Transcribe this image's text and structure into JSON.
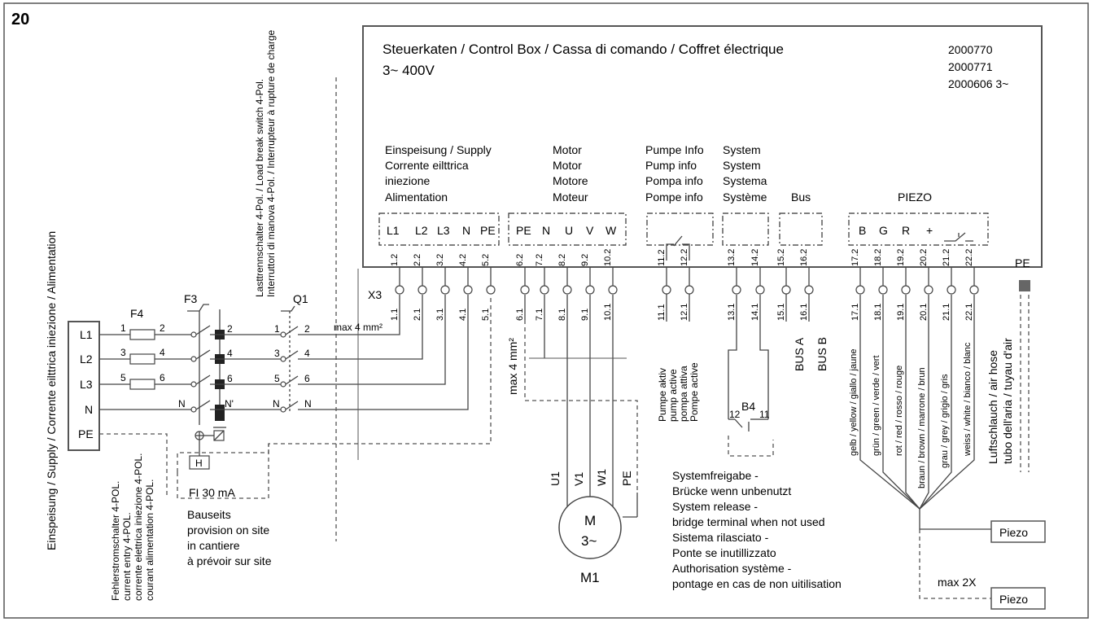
{
  "figure_number": "20",
  "control_box": {
    "title": "Steuerkaten / Control Box  / Cassa di comando / Coffret électrique",
    "voltage": "3~ 400V",
    "codes": [
      "2000770",
      "2000771",
      "2000606 3~"
    ]
  },
  "groups": {
    "supply": [
      "Einspeisung / Supply",
      "Corrente eilttrica",
      "iniezione",
      "Alimentation"
    ],
    "motor": [
      "Motor",
      "Motor",
      "Motore",
      "Moteur"
    ],
    "pump": [
      "Pumpe Info",
      "Pump info",
      "Pompa info",
      "Pompe info"
    ],
    "system": [
      "System",
      "System",
      "Systema",
      "Système"
    ],
    "bus": "Bus",
    "piezo": "PIEZO"
  },
  "terminal_labels": {
    "supply": [
      "L1",
      "L2",
      "L3",
      "N",
      "PE"
    ],
    "motor": [
      "PE",
      "N",
      "U",
      "V",
      "W"
    ],
    "piezo": [
      "B",
      "G",
      "R",
      "+"
    ]
  },
  "inner_terminals": [
    "1.2",
    "2.2",
    "3.2",
    "4.2",
    "5.2",
    "6.2",
    "7.2",
    "8.2",
    "9.2",
    "10.2",
    "11.2",
    "12.2",
    "13.2",
    "14.2",
    "15.2",
    "16.2",
    "17.2",
    "18.2",
    "19.2",
    "20.2",
    "21.2",
    "22.2"
  ],
  "outer_terminals": [
    "1.1",
    "2.1",
    "3.1",
    "4.1",
    "5.1",
    "6.1",
    "7.1",
    "8.1",
    "9.1",
    "10.1",
    "11.1",
    "12.1",
    "13.1",
    "14.1",
    "15.1",
    "16.1",
    "17.1",
    "18.1",
    "19.1",
    "20.1",
    "21.1",
    "22.1"
  ],
  "terminal_block": "X3",
  "pe_box_label": "PE",
  "supply_side": {
    "vertical_label": "Einspeisung / Supply / Corrente eilttrica iniezione / Alimentation",
    "lines": [
      "L1",
      "L2",
      "L3",
      "N",
      "PE"
    ],
    "fuse_label": "F4",
    "fuse_numbers": [
      "1",
      "2",
      "3",
      "4",
      "5",
      "6"
    ],
    "rcd_label": "F3",
    "rcd_rating": "FI 30 mA",
    "rcd_out": [
      "2",
      "4",
      "6",
      "N'"
    ],
    "rcd_in_n": "N",
    "rcd_note": [
      "Fehlerstromschalter 4-POL.",
      "current entry 4-POL.",
      "corrente elettrica iniezione 4-POL.",
      "courant alimentation 4-POL."
    ],
    "switch_label": "Q1",
    "switch_in": [
      "1",
      "3",
      "5",
      "N"
    ],
    "switch_out": [
      "2",
      "4",
      "6",
      "N"
    ],
    "switch_note": [
      "Lasttrennschalter 4-Pol. / Load break switch 4-Pol.",
      "Interruttori di manova 4-Pol. / Interrupteur à rupture de charge"
    ],
    "cable_note": "max 4 mm²",
    "on_site": [
      "Bauseits",
      "provision on site",
      "in cantiere",
      "à prévoir sur site"
    ]
  },
  "motor_side": {
    "cable_note": "max 4 mm²",
    "leads": [
      "U1",
      "V1",
      "W1",
      "PE"
    ],
    "symbol": [
      "M",
      "3~"
    ],
    "name": "M1"
  },
  "pump_side": {
    "labels": [
      "Pumpe aktiv",
      "pump active",
      "pompa attiva",
      "Pompe active"
    ]
  },
  "system_side": {
    "name": "B4",
    "contacts": [
      "12",
      "11"
    ],
    "notes": [
      "Systemfreigabe -",
      "Brücke wenn unbenutzt",
      "System release -",
      "bridge terminal when not used",
      "Sistema rilasciato -",
      "Ponte se inutillizzato",
      "Authorisation système -",
      "pontage en cas de non uitilisation"
    ]
  },
  "bus_side": {
    "labels": [
      "BUS A",
      "BUS B"
    ]
  },
  "piezo_side": {
    "wires": [
      "gelb / yellow / giallo / jaune",
      "grün / green / verde / vert",
      "rot / red / rosso / rouge",
      "braun / brown / marrone / brun",
      "grau / grey / grigio / gris",
      "weiss / white / bianco / blanc"
    ],
    "air_hose": [
      "Luftschlauch / air hose",
      "tubo dell'aria / tuyau d'air"
    ],
    "device": "Piezo",
    "device2": "Piezo",
    "max_note": "max 2X"
  }
}
